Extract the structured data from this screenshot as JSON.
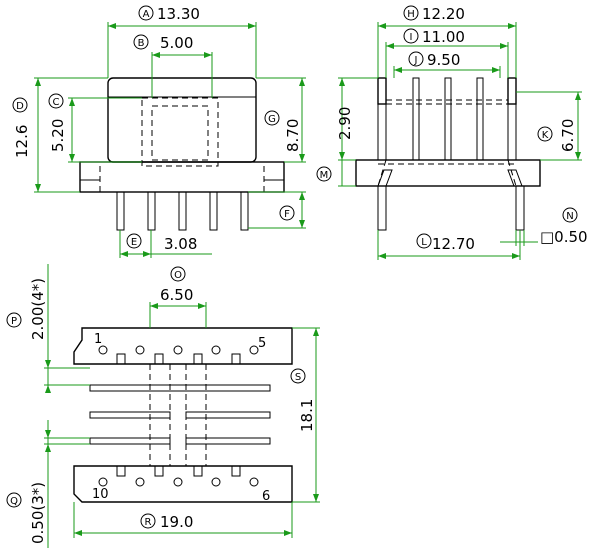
{
  "dimensions": {
    "A": {
      "letter": "A",
      "value": "13.30"
    },
    "B": {
      "letter": "B",
      "value": "5.00"
    },
    "C": {
      "letter": "C",
      "value": "5.20"
    },
    "D": {
      "letter": "D",
      "value": "12.6"
    },
    "E": {
      "letter": "E",
      "value": "3.08"
    },
    "F": {
      "letter": "F",
      "value": ""
    },
    "G": {
      "letter": "G",
      "value": "8.70"
    },
    "H": {
      "letter": "H",
      "value": "12.20"
    },
    "I": {
      "letter": "I",
      "value": "11.00"
    },
    "J": {
      "letter": "J",
      "value": "9.50"
    },
    "K": {
      "letter": "K",
      "value": "6.70"
    },
    "L": {
      "letter": "L",
      "value": "12.70"
    },
    "M": {
      "letter": "M",
      "value": "2.90"
    },
    "N": {
      "letter": "N",
      "value": "□0.50"
    },
    "O": {
      "letter": "O",
      "value": "6.50"
    },
    "P": {
      "letter": "P",
      "value": "2.00(4*)"
    },
    "Q": {
      "letter": "Q",
      "value": "0.50(3*)"
    },
    "R": {
      "letter": "R",
      "value": "19.0"
    },
    "S": {
      "letter": "S",
      "value": "18.1"
    }
  },
  "pins": {
    "p1": "1",
    "p5": "5",
    "p10": "10",
    "p6": "6"
  }
}
